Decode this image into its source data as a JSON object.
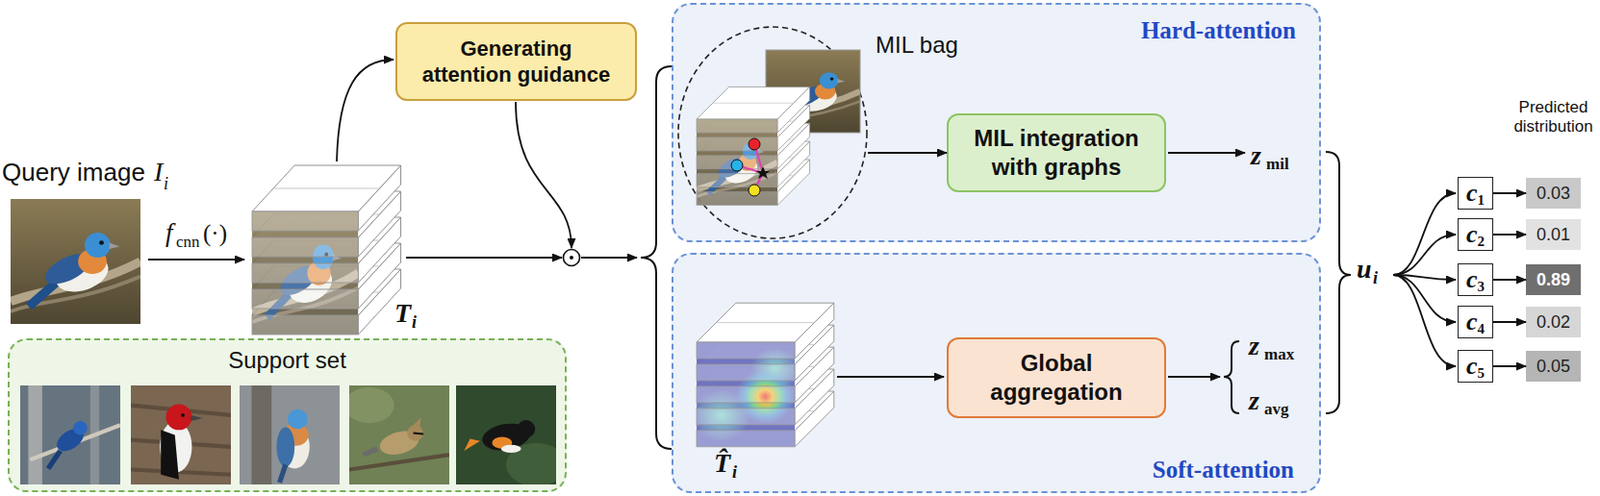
{
  "diagram": {
    "nodes": [
      {
        "text": [
          "Generating attention guidance"
        ]
      },
      {
        "text": [
          "Support set"
        ]
      },
      {
        "text": [
          "Hard-attention"
        ]
      },
      {
        "text": [
          "MIL bag"
        ],
        "in": 2
      },
      {
        "text": [
          "MIL integration with graphs"
        ],
        "in": 2
      },
      {
        "text": [
          "Soft-attention"
        ]
      },
      {
        "text": [
          "Global aggregation"
        ],
        "in": 5
      },
      {
        "text": [
          "c",
          "1"
        ]
      },
      {
        "text": [
          "c",
          "2"
        ]
      },
      {
        "text": [
          "c",
          "3"
        ]
      },
      {
        "text": [
          "c",
          "4"
        ]
      },
      {
        "text": [
          "c",
          "5"
        ]
      },
      {
        "text": [
          "0.03"
        ]
      },
      {
        "text": [
          "0.01"
        ]
      },
      {
        "text": [
          "0.89"
        ]
      },
      {
        "text": [
          "0.02"
        ]
      },
      {
        "text": [
          "0.05"
        ]
      }
    ],
    "edges": [
      {
        "from": 3,
        "to": 4,
        "arrow": "to"
      },
      {
        "from": 7,
        "to": 12,
        "arrow": "to"
      },
      {
        "from": 8,
        "to": 13,
        "arrow": "to"
      },
      {
        "from": 9,
        "to": 14,
        "arrow": "to"
      },
      {
        "from": 10,
        "to": 15,
        "arrow": "to"
      },
      {
        "from": 11,
        "to": 16,
        "arrow": "to"
      }
    ],
    "labels": [
      "Query image",
      "I",
      "i",
      "f",
      "cnn",
      "(·)",
      "T",
      "i",
      "z",
      "mil",
      "T̂",
      "i",
      "z",
      "max",
      "z",
      "avg",
      "u",
      "i",
      "Predicted distribution"
    ]
  }
}
